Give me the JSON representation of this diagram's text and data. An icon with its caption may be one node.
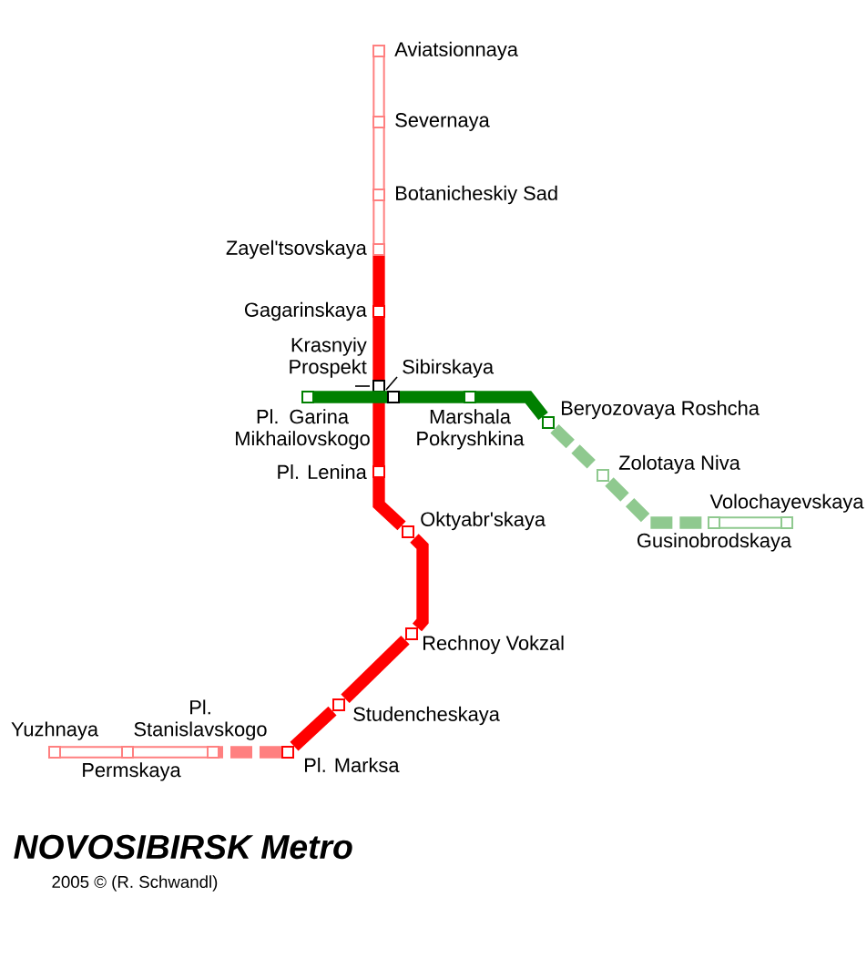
{
  "diagram": {
    "title": "NOVOSIBIRSK Metro",
    "nodes": [
      {
        "text": [],
        "shape": "box",
        "beside": [
          "Aviatsionnaya"
        ]
      },
      {
        "text": [],
        "shape": "box",
        "beside": [
          "Severnaya"
        ]
      },
      {
        "text": [],
        "shape": "box",
        "beside": [
          "Botanicheskiy Sad"
        ]
      },
      {
        "text": [],
        "shape": "box",
        "beside": [
          "Zayel'tsovskaya"
        ]
      },
      {
        "text": [],
        "shape": "box",
        "beside": [
          "Gagarinskaya"
        ]
      },
      {
        "text": [],
        "shape": "box",
        "beside": [
          "Krasnyiy Prospekt"
        ]
      },
      {
        "text": [],
        "shape": "box",
        "beside": [
          "Pl. Lenina"
        ]
      },
      {
        "text": [],
        "shape": "box",
        "beside": [
          "Oktyabr'skaya"
        ]
      },
      {
        "text": [],
        "shape": "box",
        "beside": [
          "Rechnoy Vokzal"
        ]
      },
      {
        "text": [],
        "shape": "box",
        "beside": [
          "Studencheskaya"
        ]
      },
      {
        "text": [],
        "shape": "box",
        "beside": [
          "Pl. Marksa"
        ]
      },
      {
        "text": [],
        "shape": "box",
        "beside": [
          "Pl. Stanislavskogo"
        ]
      },
      {
        "text": [],
        "shape": "box",
        "beside": [
          "Permskaya"
        ]
      },
      {
        "text": [],
        "shape": "box",
        "beside": [
          "Yuzhnaya"
        ]
      },
      {
        "text": [],
        "shape": "box",
        "beside": [
          "Pl. Garina Mikhailovskogo"
        ]
      },
      {
        "text": [],
        "shape": "box",
        "beside": [
          "Sibirskaya"
        ]
      },
      {
        "text": [],
        "shape": "box",
        "beside": [
          "Marshala Pokryshkina"
        ]
      },
      {
        "text": [],
        "shape": "box",
        "beside": [
          "Beryozovaya Roshcha"
        ]
      },
      {
        "text": [],
        "shape": "box",
        "beside": [
          "Zolotaya Niva"
        ]
      },
      {
        "text": [],
        "shape": "box",
        "beside": [
          "Gusinobrodskaya"
        ]
      },
      {
        "text": [],
        "shape": "box",
        "beside": [
          "Volochayevskaya"
        ]
      }
    ],
    "edges": [
      {
        "from": 0,
        "to": 1,
        "arrow": "none",
        "color": "#ff8080"
      },
      {
        "from": 1,
        "to": 2,
        "arrow": "none",
        "color": "#ff8080"
      },
      {
        "from": 2,
        "to": 3,
        "arrow": "none",
        "color": "#ff8080"
      },
      {
        "from": 5,
        "to": 15,
        "arrow": "none",
        "color": "#000000"
      },
      {
        "from": 3,
        "to": 4,
        "arrow": "none"
      },
      {
        "from": 4,
        "to": 5,
        "arrow": "none"
      },
      {
        "from": 5,
        "to": 6,
        "arrow": "none"
      },
      {
        "from": 6,
        "to": 7,
        "arrow": "none"
      },
      {
        "from": 7,
        "to": 8,
        "arrow": "none"
      },
      {
        "from": 8,
        "to": 9,
        "arrow": "none"
      },
      {
        "from": 9,
        "to": 10,
        "arrow": "none"
      },
      {
        "from": 10,
        "to": 11,
        "arrow": "none",
        "style": "dashed",
        "color": "#ff8080"
      },
      {
        "from": 11,
        "to": 12,
        "arrow": "none",
        "color": "#ff8080"
      },
      {
        "from": 12,
        "to": 13,
        "arrow": "none",
        "color": "#ff8080"
      },
      {
        "from": 14,
        "to": 15,
        "arrow": "none",
        "color": "#008000"
      },
      {
        "from": 15,
        "to": 16,
        "arrow": "none",
        "color": "#008000"
      },
      {
        "from": 16,
        "to": 17,
        "arrow": "none",
        "color": "#008000"
      },
      {
        "from": 17,
        "to": 18,
        "arrow": "none",
        "style": "dashed",
        "color": "#8fc98f"
      },
      {
        "from": 18,
        "to": 19,
        "arrow": "none",
        "style": "dashed",
        "color": "#8fc98f"
      },
      {
        "from": 19,
        "to": 20,
        "arrow": "none",
        "color": "#8fc98f"
      }
    ],
    "labels": [
      "2005 © (R. Schwandl)"
    ]
  }
}
